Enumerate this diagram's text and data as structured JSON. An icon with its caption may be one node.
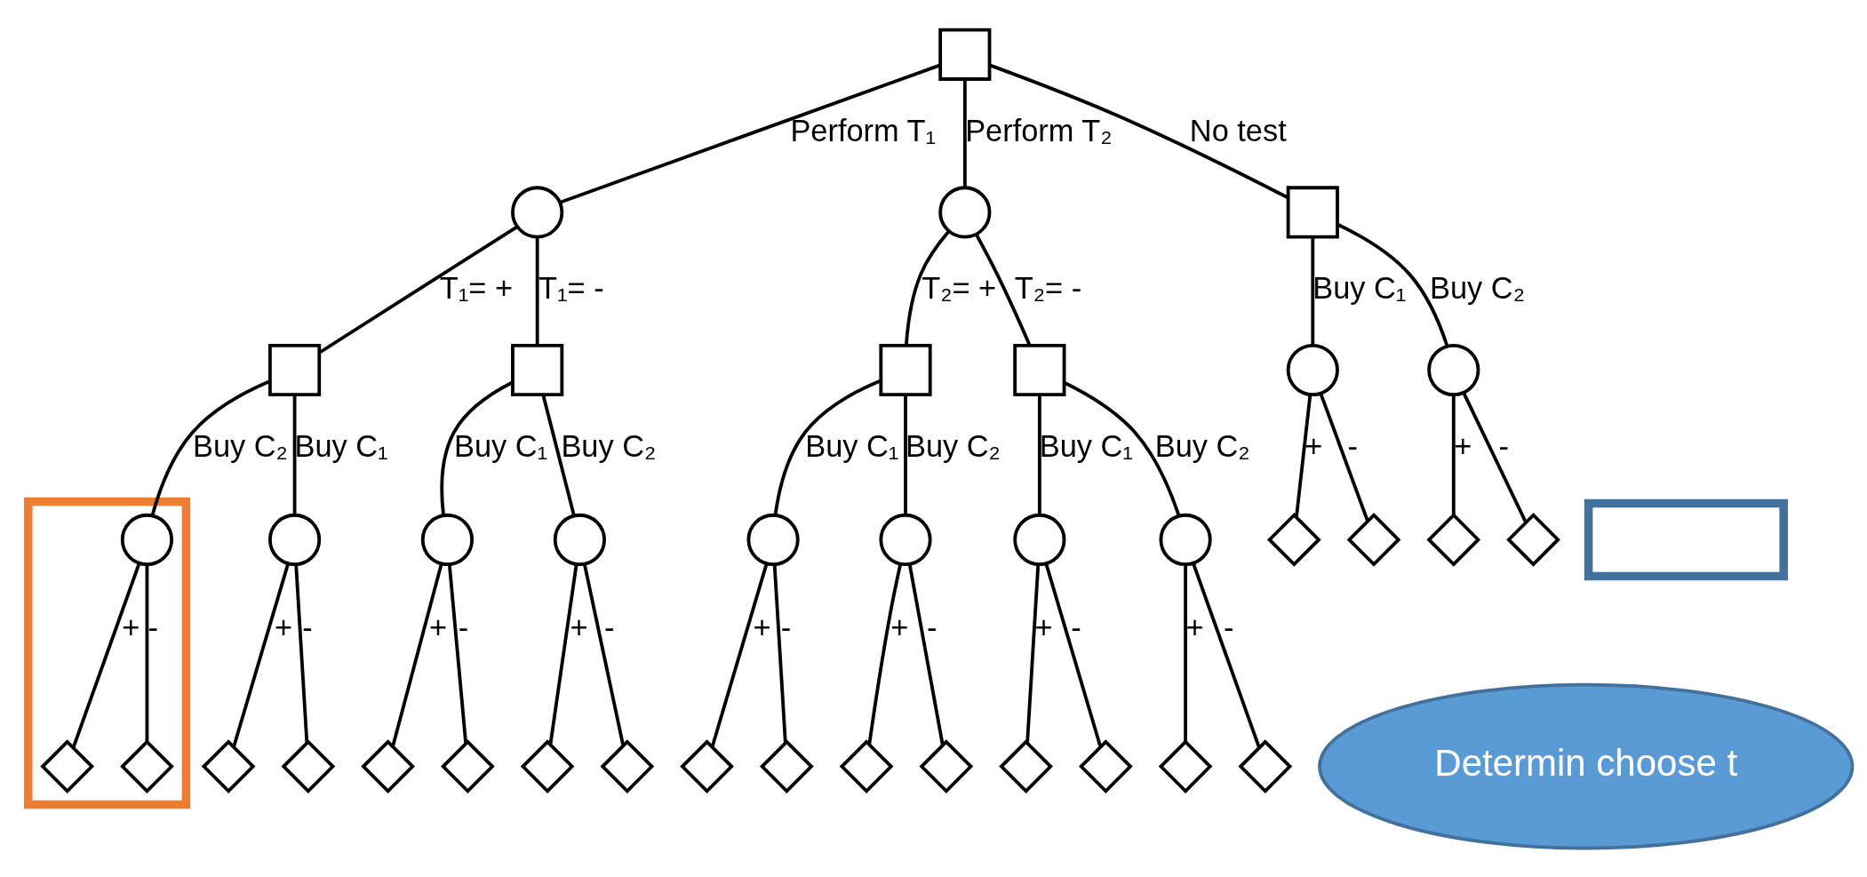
{
  "diagram": {
    "nodes": [
      {
        "text": [],
        "shape": "box"
      },
      {
        "text": [],
        "shape": "circle"
      },
      {
        "text": [],
        "shape": "circle"
      },
      {
        "text": [],
        "shape": "box"
      },
      {
        "text": [],
        "shape": "box"
      },
      {
        "text": [],
        "shape": "box"
      },
      {
        "text": [],
        "shape": "box"
      },
      {
        "text": [],
        "shape": "box"
      },
      {
        "text": [],
        "shape": "box"
      },
      {
        "text": [],
        "shape": "box"
      },
      {
        "text": [],
        "shape": "circle"
      },
      {
        "text": [],
        "shape": "circle",
        "in": 9
      },
      {
        "text": [],
        "shape": "circle"
      },
      {
        "text": [],
        "shape": "circle"
      },
      {
        "text": [],
        "shape": "circle"
      },
      {
        "text": [],
        "shape": "circle"
      },
      {
        "text": [],
        "shape": "circle"
      },
      {
        "text": [],
        "shape": "circle"
      },
      {
        "text": [],
        "shape": "circle"
      },
      {
        "text": [],
        "shape": "circle"
      },
      {
        "text": [],
        "shape": "diamond"
      },
      {
        "text": [],
        "shape": "diamond"
      },
      {
        "text": [],
        "shape": "diamond",
        "in": 9
      },
      {
        "text": [],
        "shape": "diamond",
        "in": 9
      },
      {
        "text": [],
        "shape": "diamond"
      },
      {
        "text": [],
        "shape": "diamond"
      },
      {
        "text": [],
        "shape": "diamond"
      },
      {
        "text": [],
        "shape": "diamond"
      },
      {
        "text": [],
        "shape": "diamond"
      },
      {
        "text": [],
        "shape": "diamond"
      },
      {
        "text": [],
        "shape": "diamond"
      },
      {
        "text": [],
        "shape": "diamond"
      },
      {
        "text": [],
        "shape": "diamond"
      },
      {
        "text": [],
        "shape": "diamond"
      },
      {
        "text": [],
        "shape": "diamond"
      },
      {
        "text": [],
        "shape": "diamond"
      },
      {
        "text": [],
        "shape": "diamond"
      },
      {
        "text": [],
        "shape": "diamond"
      },
      {
        "text": [],
        "shape": "diamond"
      },
      {
        "text": [],
        "shape": "diamond"
      },
      {
        "text": [
          "Determin choose t"
        ]
      }
    ],
    "edges": [
      {
        "from": 0,
        "to": 1,
        "arrow": "none",
        "label": "Perform T₁"
      },
      {
        "from": 0,
        "to": 2,
        "arrow": "none",
        "label": "Perform T₂"
      },
      {
        "from": 0,
        "to": 3,
        "arrow": "none",
        "label": "No test"
      },
      {
        "from": 1,
        "to": 4,
        "arrow": "none",
        "label": "T₁= +"
      },
      {
        "from": 1,
        "to": 5,
        "arrow": "none",
        "label": "T₁= -"
      },
      {
        "from": 2,
        "to": 6,
        "arrow": "none",
        "label": "T₂= +"
      },
      {
        "from": 2,
        "to": 7,
        "arrow": "none",
        "label": "T₂= -"
      },
      {
        "from": 4,
        "to": 10,
        "arrow": "none",
        "label": "Buy C₁"
      },
      {
        "from": 4,
        "to": 11,
        "arrow": "none",
        "label": "Buy C₂"
      },
      {
        "from": 5,
        "to": 12,
        "arrow": "none",
        "label": "Buy C₁"
      },
      {
        "from": 5,
        "to": 13,
        "arrow": "none",
        "label": "Buy C₂"
      },
      {
        "from": 6,
        "to": 14,
        "arrow": "none",
        "label": "Buy C₁"
      },
      {
        "from": 6,
        "to": 15,
        "arrow": "none",
        "label": "Buy C₂"
      },
      {
        "from": 7,
        "to": 16,
        "arrow": "none",
        "label": "Buy C₁"
      },
      {
        "from": 7,
        "to": 17,
        "arrow": "none",
        "label": "Buy C₂"
      },
      {
        "from": 3,
        "to": 18,
        "arrow": "none",
        "label": "Buy C₁"
      },
      {
        "from": 3,
        "to": 19,
        "arrow": "none",
        "label": "Buy C₂"
      },
      {
        "from": 10,
        "to": 20,
        "arrow": "none",
        "label": "+"
      },
      {
        "from": 10,
        "to": 21,
        "arrow": "none",
        "label": "-"
      },
      {
        "from": 11,
        "to": 22,
        "arrow": "none",
        "label": "+"
      },
      {
        "from": 11,
        "to": 23,
        "arrow": "none",
        "label": "-"
      },
      {
        "from": 12,
        "to": 24,
        "arrow": "none",
        "label": "+"
      },
      {
        "from": 12,
        "to": 25,
        "arrow": "none",
        "label": "-"
      },
      {
        "from": 13,
        "to": 26,
        "arrow": "none",
        "label": "+"
      },
      {
        "from": 13,
        "to": 27,
        "arrow": "none",
        "label": "-"
      },
      {
        "from": 14,
        "to": 28,
        "arrow": "none",
        "label": "+"
      },
      {
        "from": 14,
        "to": 29,
        "arrow": "none",
        "label": "-"
      },
      {
        "from": 15,
        "to": 30,
        "arrow": "none",
        "label": "+"
      },
      {
        "from": 15,
        "to": 31,
        "arrow": "none",
        "label": "-"
      },
      {
        "from": 16,
        "to": 32,
        "arrow": "none",
        "label": "+"
      },
      {
        "from": 16,
        "to": 33,
        "arrow": "none",
        "label": "-"
      },
      {
        "from": 17,
        "to": 34,
        "arrow": "none",
        "label": "+"
      },
      {
        "from": 17,
        "to": 35,
        "arrow": "none",
        "label": "-"
      },
      {
        "from": 18,
        "to": 36,
        "arrow": "none",
        "label": "+"
      },
      {
        "from": 18,
        "to": 37,
        "arrow": "none",
        "label": "-"
      },
      {
        "from": 19,
        "to": 38,
        "arrow": "none",
        "label": "+"
      },
      {
        "from": 19,
        "to": 39,
        "arrow": "none",
        "label": "-"
      }
    ]
  }
}
